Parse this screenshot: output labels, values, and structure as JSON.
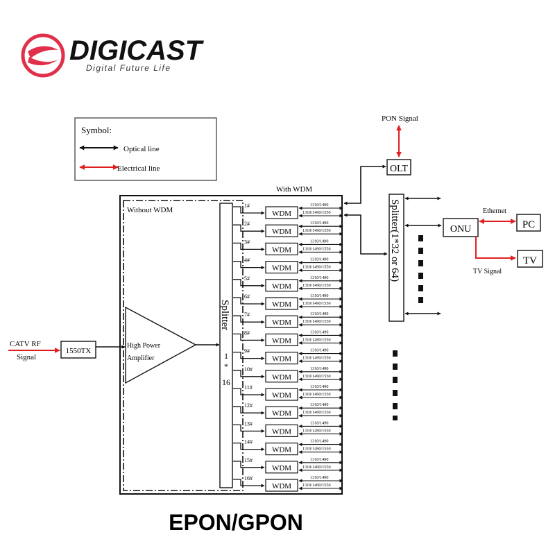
{
  "brand": {
    "name": "DIGICAST",
    "tagline": "Digital Future Life",
    "color": "#e0304a"
  },
  "legend": {
    "title": "Symbol:",
    "optical_label": "Optical line",
    "electrical_label": "Electrical line",
    "optical_color": "#111111",
    "electrical_color": "#e02020"
  },
  "labels": {
    "catv_line1": "CATV RF",
    "catv_line2": "Signal",
    "tx": "1550TX",
    "amp_line1": "High Power",
    "amp_line2": "Amplifier",
    "without_wdm": "Without WDM",
    "with_wdm": "With WDM",
    "splitter16_word": "Splitter",
    "splitter16_ratio_a": "1",
    "splitter16_ratio_b": "*",
    "splitter16_ratio_c": "16",
    "wdm": "WDM",
    "wave_top": "1310/1490",
    "wave_bottom": "1310/1490/1550",
    "pon_signal": "PON Signal",
    "olt": "OLT",
    "splitter32": "Splitter(1*32 or 64)",
    "onu": "ONU",
    "ethernet": "Ethernet",
    "pc": "PC",
    "tv": "TV",
    "tv_signal": "TV Signal",
    "caption": "EPON/GPON"
  },
  "ports": [
    "1#",
    "2#",
    "3#",
    "4#",
    "5#",
    "6#",
    "7#",
    "8#",
    "9#",
    "10#",
    "11#",
    "12#",
    "13#",
    "14#",
    "15#",
    "16#"
  ]
}
